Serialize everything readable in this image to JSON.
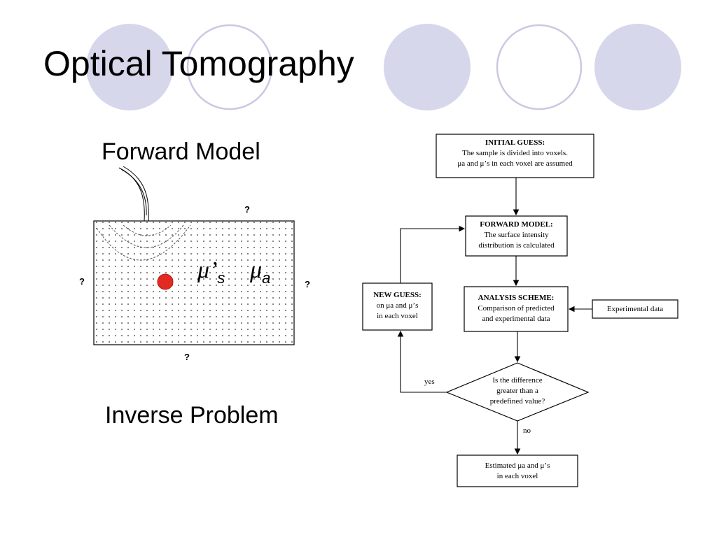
{
  "slide": {
    "title": "Optical Tomography",
    "forward_model_label": "Forward Model",
    "inverse_problem_label": "Inverse Problem",
    "decor_circle_fill": "#d7d7ec",
    "decor_circle_stroke": "#c9c9e4"
  },
  "figure": {
    "question_top": "?",
    "question_left": "?",
    "question_right": "?",
    "question_bottom": "?",
    "mu_s_symbol": "μ’",
    "mu_s_subscript": "s",
    "mu_a_symbol": "μ",
    "mu_a_subscript": "a",
    "inclusion_color": "#e32a22"
  },
  "flowchart": {
    "initial_guess": {
      "heading": "INITIAL GUESS:",
      "line1": "The sample is divided into voxels.",
      "line2": "μa and μ’s in each voxel are assumed"
    },
    "forward_model": {
      "heading": "FORWARD MODEL:",
      "line1": "The surface intensity",
      "line2": "distribution is calculated"
    },
    "analysis_scheme": {
      "heading": "ANALYSIS SCHEME:",
      "line1": "Comparison of predicted",
      "line2": "and experimental data"
    },
    "new_guess": {
      "heading": "NEW GUESS:",
      "line1": "on μa and μ’s",
      "line2": "in each voxel"
    },
    "experimental_data": "Experimental data",
    "decision": {
      "line1": "Is the difference",
      "line2": "greater than a",
      "line3": "predefined value?"
    },
    "yes_label": "yes",
    "no_label": "no",
    "estimated": {
      "line1": "Estimated μa and μ’s",
      "line2": "in each voxel"
    }
  }
}
